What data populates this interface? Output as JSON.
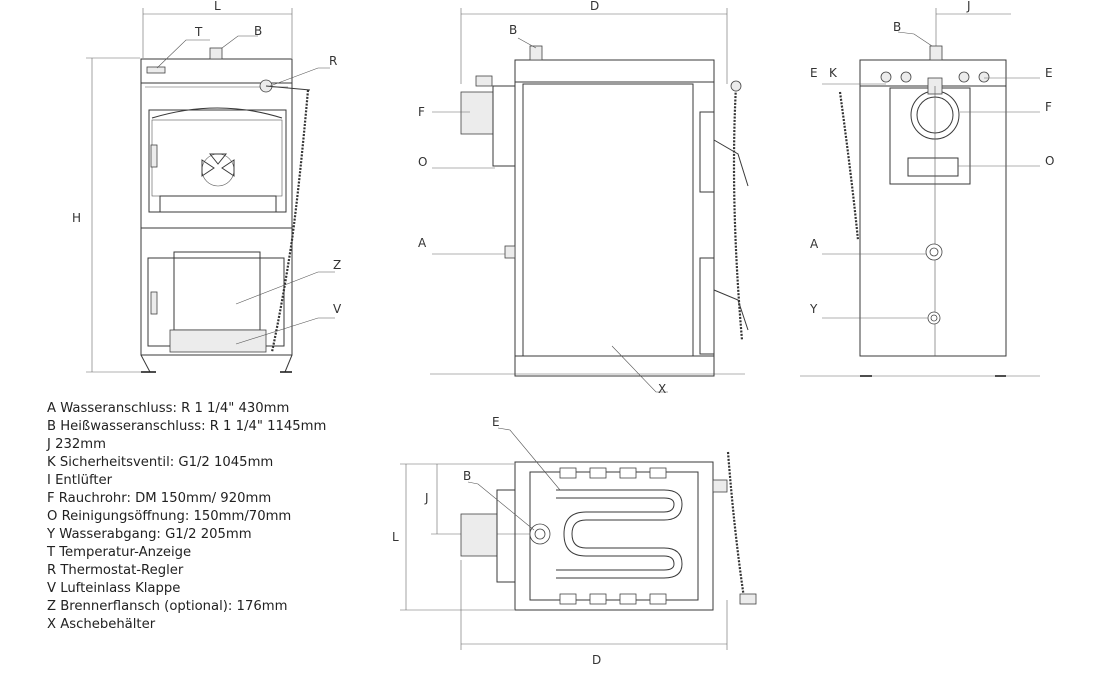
{
  "labels": {
    "front": {
      "T": "T",
      "B": "B",
      "R": "R",
      "Z": "Z",
      "V": "V",
      "L": "L",
      "H": "H"
    },
    "side": {
      "B": "B",
      "D": "D",
      "F": "F",
      "O": "O",
      "A": "A",
      "X": "X"
    },
    "rear": {
      "B": "B",
      "J": "J",
      "E1": "E",
      "K": "K",
      "E2": "E",
      "F": "F",
      "O": "O",
      "A": "A",
      "Y": "Y"
    },
    "top": {
      "E": "E",
      "B": "B",
      "J": "J",
      "L": "L",
      "D": "D"
    }
  },
  "legend": [
    "A Wasseranschluss: R 1 1/4\" 430mm",
    "B Heißwasseranschluss: R 1 1/4\" 1145mm",
    "J 232mm",
    "K Sicherheitsventil: G1/2 1045mm",
    "I Entlüfter",
    "F Rauchrohr: DM 150mm/ 920mm",
    "O Reinigungsöffnung: 150mm/70mm",
    "Y Wasserabgang: G1/2 205mm",
    "T Temperatur-Anzeige",
    "R Thermostat-Regler",
    "V Lufteinlass Klappe",
    "Z Brennerflansch (optional): 176mm",
    "X Aschebehälter"
  ]
}
